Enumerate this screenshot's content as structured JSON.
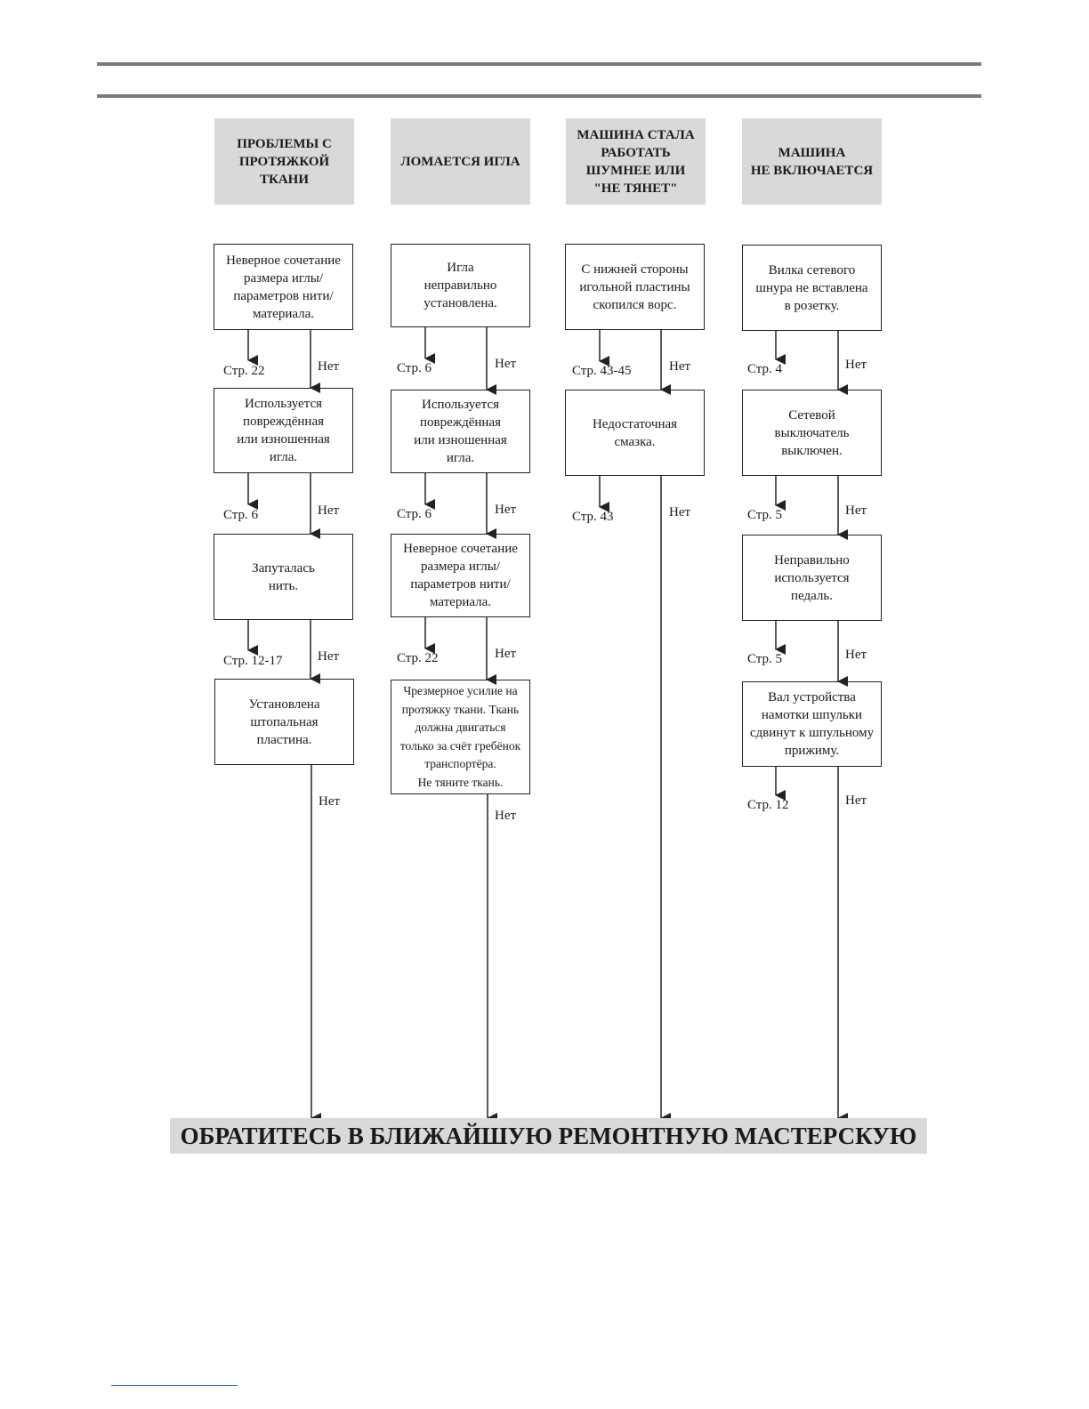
{
  "columns": [
    {
      "header": "ПРОБЛЕМЫ С\nПРОТЯЖКОЙ\nТКАНИ",
      "steps": [
        {
          "text": "Неверное сочетание\nразмера иглы/\nпараметров нити/\nматериала.",
          "page": "Стр. 22",
          "no": "Нет"
        },
        {
          "text": "Используется\nповреждённая\nили изношенная\nигла.",
          "page": "Стр. 6",
          "no": "Нет"
        },
        {
          "text": "Запуталась\nнить.",
          "page": "Стр. 12-17",
          "no": "Нет"
        },
        {
          "text": "Установлена\nштопальная\nпластина.",
          "no": "Нет"
        }
      ]
    },
    {
      "header": "ЛОМАЕТСЯ ИГЛА",
      "steps": [
        {
          "text": "Игла\nнеправильно\nустановлена.",
          "page": "Стр. 6",
          "no": "Нет"
        },
        {
          "text": "Используется\nповреждённая\nили изношенная\nигла.",
          "page": "Стр. 6",
          "no": "Нет"
        },
        {
          "text": "Неверное сочетание\nразмера иглы/\nпараметров нити/\nматериала.",
          "page": "Стр. 22",
          "no": "Нет"
        },
        {
          "text": "Чрезмерное усилие на\nпротяжку ткани. Ткань\nдолжна двигаться\nтолько за счёт гребёнок\nтранспортёра.\nНе тяните ткань.",
          "no": "Нет"
        }
      ]
    },
    {
      "header": "МАШИНА СТАЛА\nРАБОТАТЬ\nШУМНЕЕ ИЛИ\n\"НЕ ТЯНЕТ\"",
      "steps": [
        {
          "text": "С нижней стороны\nигольной пластины\nскопился ворс.",
          "page": "Стр. 43-45",
          "no": "Нет"
        },
        {
          "text": "Недостаточная\nсмазка.",
          "page": "Стр. 43",
          "no": "Нет"
        }
      ]
    },
    {
      "header": "МАШИНА\nНЕ ВКЛЮЧАЕТСЯ",
      "steps": [
        {
          "text": "Вилка сетевого\nшнура не вставлена\nв розетку.",
          "page": "Стр. 4",
          "no": "Нет"
        },
        {
          "text": "Сетевой\nвыключатель\nвыключен.",
          "page": "Стр. 5",
          "no": "Нет"
        },
        {
          "text": "Неправильно\nиспользуется\nпедаль.",
          "page": "Стр. 5",
          "no": "Нет"
        },
        {
          "text": "Вал устройства\nнамотки шпульки\nсдвинут к шпульному\nприжиму.",
          "page": "Стр. 12",
          "no": "Нет"
        }
      ]
    }
  ],
  "footer": "ОБРАТИТЕСЬ В БЛИЖАЙШУЮ РЕМОНТНУЮ МАСТЕРСКУЮ"
}
